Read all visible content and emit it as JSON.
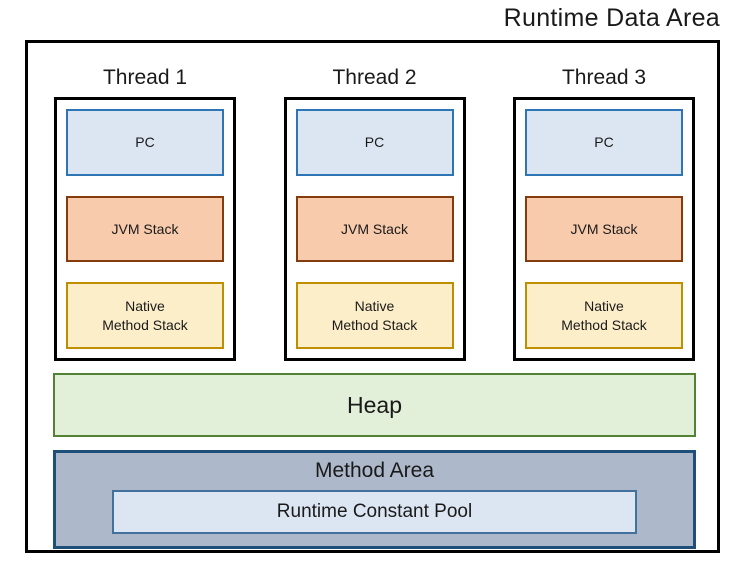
{
  "diagram": {
    "title": "Runtime Data Area",
    "threads": [
      {
        "label": "Thread 1",
        "pc": "PC",
        "jvm_stack": "JVM Stack",
        "native_method_stack": "Native\nMethod Stack"
      },
      {
        "label": "Thread 2",
        "pc": "PC",
        "jvm_stack": "JVM Stack",
        "native_method_stack": "Native\nMethod Stack"
      },
      {
        "label": "Thread 3",
        "pc": "PC",
        "jvm_stack": "JVM Stack",
        "native_method_stack": "Native\nMethod Stack"
      }
    ],
    "heap": {
      "label": "Heap"
    },
    "method_area": {
      "label": "Method Area",
      "runtime_constant_pool": "Runtime Constant Pool"
    },
    "colors": {
      "page_background": "#ffffff",
      "outer_frame_border": "#000000",
      "thread_frame_border": "#000000",
      "pc_fill": "#dce6f2",
      "pc_border": "#2e75b6",
      "jvm_stack_fill": "#f8cbad",
      "jvm_stack_border": "#843c0c",
      "native_stack_fill": "#fdeeca",
      "native_stack_border": "#bf8f00",
      "heap_fill": "#e2efd9",
      "heap_border": "#548235",
      "method_area_fill": "#adb9ca",
      "method_area_border": "#1f4e79",
      "runtime_constant_pool_fill": "#dce6f2",
      "runtime_constant_pool_border": "#41719c",
      "text": "#1a1a1a"
    }
  }
}
